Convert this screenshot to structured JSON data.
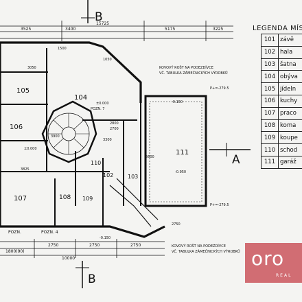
{
  "section_marks": {
    "top": "B",
    "bottom": "B",
    "right": "A"
  },
  "rooms": [
    {
      "num": "105"
    },
    {
      "num": "104"
    },
    {
      "num": "106"
    },
    {
      "num": "110"
    },
    {
      "num": "102"
    },
    {
      "num": "103"
    },
    {
      "num": "111"
    },
    {
      "num": "107"
    },
    {
      "num": "108"
    },
    {
      "num": "109"
    }
  ],
  "dimensions": {
    "top_total": "15725",
    "top_parts": [
      "3525",
      "3400",
      "5175",
      "3225"
    ],
    "bottom_total": "10000",
    "bottom_parts": [
      "1800(90)",
      "2750",
      "2750",
      "2750"
    ],
    "misc": [
      "3050",
      "1500",
      "3900",
      "3825",
      "2800",
      "2700",
      "5600",
      "3300",
      "1050",
      "2750"
    ]
  },
  "notes": {
    "top_grate": "KOVOVÝ ROŠT NA PODEZDÍVCE",
    "top_grate_2": "VČ. TABULKA ZÁMEČNICKÝCH VÝROBKŮ",
    "bottom_grate": "KOVOVÝ ROŠT NA PODEZDÍVCE",
    "bottom_grate_2": "VČ. TABULKA ZÁMEČNICKÝCH VÝROBKŮ",
    "pozn4": "POZN. 4",
    "pozn": "POZN.",
    "pozn7": "POZN. 7",
    "level_0": "±0.000",
    "level_m150": "-0.150",
    "level_m950": "-0.950",
    "level_m150b": "-0.150",
    "level_0b": "±0.000",
    "ps_top": "P+=-279.5",
    "ps_bot": "P+=-279.5"
  },
  "legend": {
    "title": "LEGENDA MÍS",
    "rows": [
      {
        "num": "101",
        "name": "závě"
      },
      {
        "num": "102",
        "name": "hala"
      },
      {
        "num": "103",
        "name": "šatna"
      },
      {
        "num": "104",
        "name": "obýva"
      },
      {
        "num": "105",
        "name": "jídeln"
      },
      {
        "num": "106",
        "name": "kuchy"
      },
      {
        "num": "107",
        "name": "praco"
      },
      {
        "num": "108",
        "name": "koma"
      },
      {
        "num": "109",
        "name": "koupe"
      },
      {
        "num": "110",
        "name": "schod"
      },
      {
        "num": "111",
        "name": "garáž"
      }
    ]
  },
  "watermark": {
    "text": "oro",
    "sub": "REAL"
  }
}
